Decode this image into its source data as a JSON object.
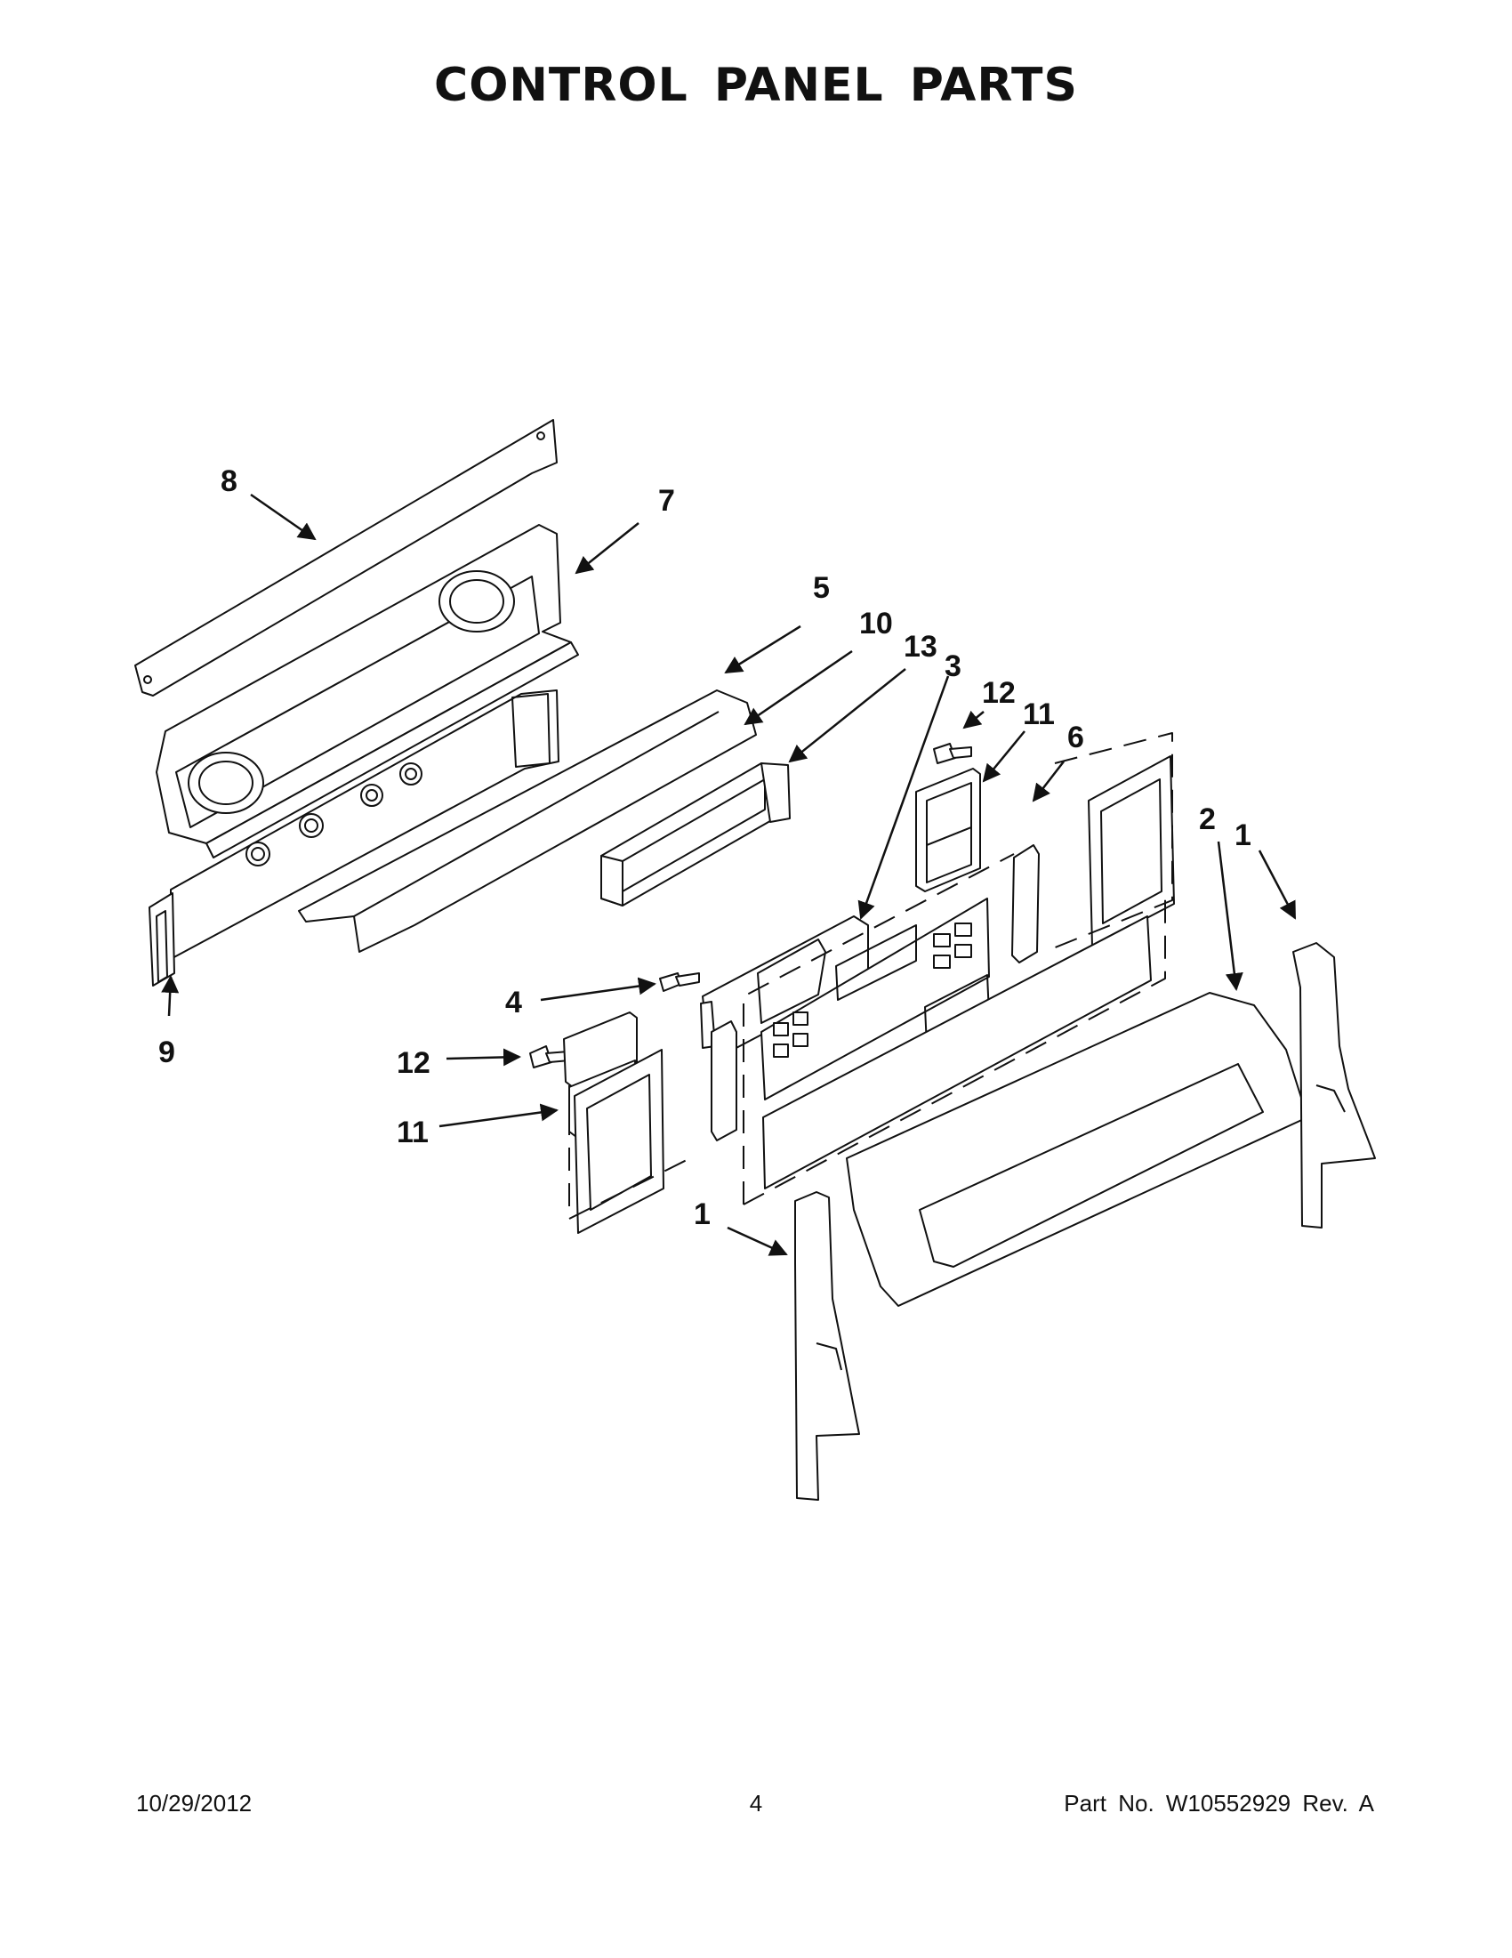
{
  "title": "CONTROL PANEL PARTS",
  "callouts": {
    "c1a": "1",
    "c1b": "1",
    "c2": "2",
    "c3": "3",
    "c4": "4",
    "c5": "5",
    "c6": "6",
    "c7": "7",
    "c8": "8",
    "c9": "9",
    "c10": "10",
    "c11a": "11",
    "c11b": "11",
    "c12a": "12",
    "c12b": "12",
    "c13": "13"
  },
  "footer": {
    "date": "10/29/2012",
    "page": "4",
    "part": "Part No.  W10552929  Rev.  A"
  }
}
